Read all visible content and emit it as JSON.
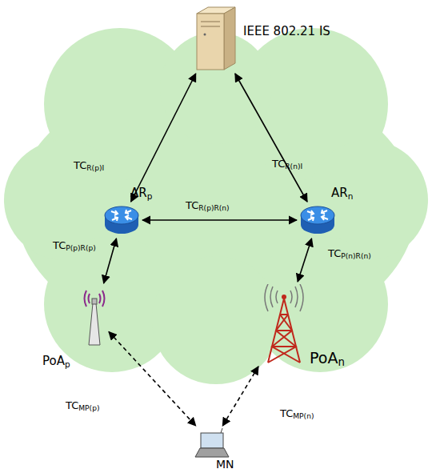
{
  "diagram": {
    "nodes": [
      {
        "text": [
          "IEEE 802.21 IS"
        ]
      },
      {
        "text": [
          "ARp"
        ]
      },
      {
        "text": [
          "ARn"
        ]
      },
      {
        "text": [
          "PoAp"
        ]
      },
      {
        "text": [
          "PoAn"
        ]
      },
      {
        "text": [
          "MN"
        ]
      }
    ],
    "edges": [
      {
        "from": 0,
        "to": 1,
        "arrow": "both",
        "label": "TCR(p)I"
      },
      {
        "from": 0,
        "to": 2,
        "arrow": "both",
        "label": "TCR(n)I"
      },
      {
        "from": 1,
        "to": 2,
        "arrow": "both",
        "label": "TCR(p)R(n)"
      },
      {
        "from": 1,
        "to": 3,
        "arrow": "both",
        "label": "TCP(p)R(p)"
      },
      {
        "from": 2,
        "to": 4,
        "arrow": "both",
        "label": "TCP(n)R(n)"
      },
      {
        "from": 3,
        "to": 5,
        "arrow": "both",
        "label": "TCMP(p)"
      },
      {
        "from": 4,
        "to": 5,
        "arrow": "both",
        "label": "TCMP(n)"
      }
    ]
  }
}
